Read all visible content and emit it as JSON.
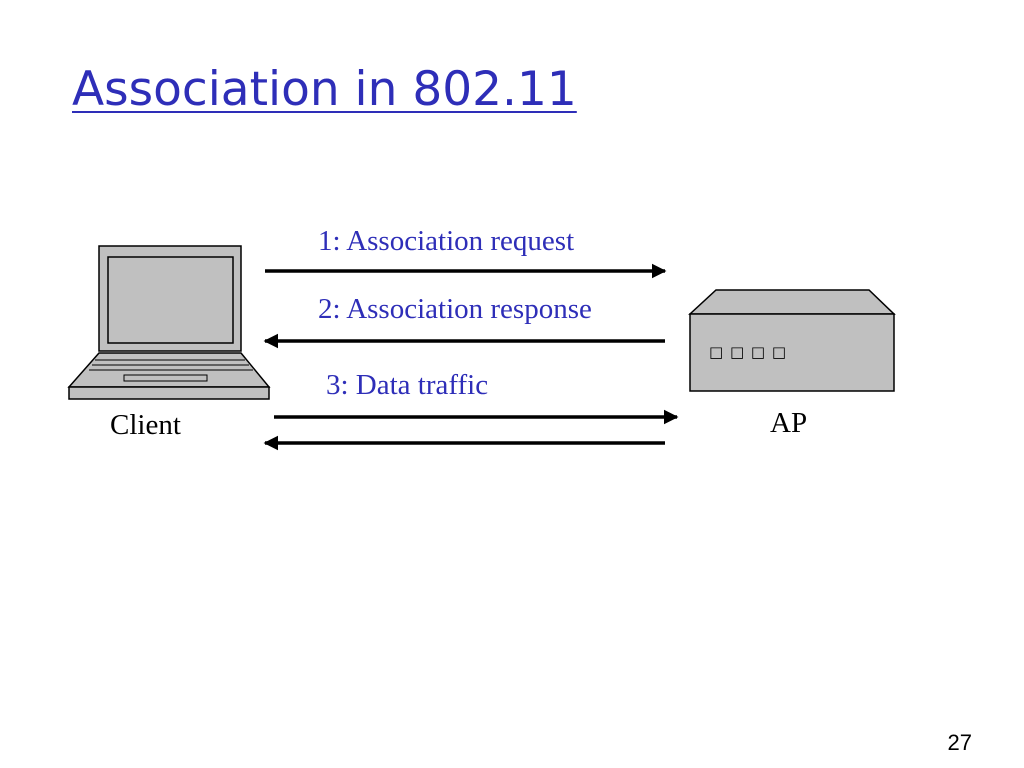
{
  "slide": {
    "title": "Association in 802.11",
    "page_number": "27"
  },
  "devices": {
    "client_label": "Client",
    "ap_label": "AP",
    "ap_indicator_glyph": "□ □ □ □"
  },
  "messages": [
    {
      "label": "1: Association request",
      "direction": "client-to-ap"
    },
    {
      "label": "2: Association response",
      "direction": "ap-to-client"
    },
    {
      "label": "3: Data traffic",
      "direction": "bidirectional"
    }
  ],
  "colors": {
    "title": "#2e2eb8",
    "message_text": "#2e2eb8",
    "device_fill": "#c0c0c0",
    "arrow": "#000000"
  }
}
